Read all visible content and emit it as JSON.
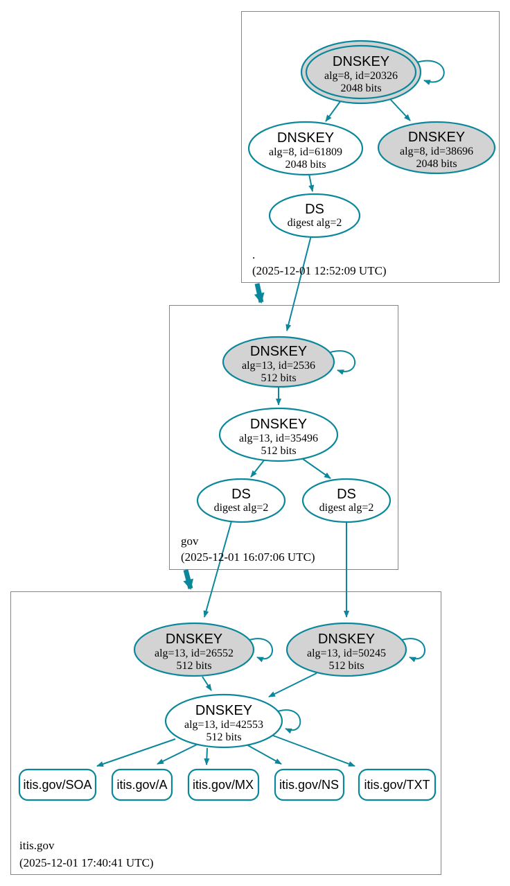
{
  "diagram_type": "dnssec-authentication-chain",
  "colors": {
    "secure_teal": "#0a879a",
    "node_fill_gray": "#d3d3d3",
    "node_fill_white": "#ffffff",
    "zone_box_border": "#848484",
    "text": "#000000",
    "background": "#ffffff"
  },
  "zones": [
    {
      "label": ".",
      "timestamp": "(2025-12-01 12:52:09 UTC)",
      "nodes": {
        "ksk": {
          "title": "DNSKEY",
          "detail": "alg=8, id=20326",
          "bits": "2048 bits"
        },
        "zsk": {
          "title": "DNSKEY",
          "detail": "alg=8, id=61809",
          "bits": "2048 bits"
        },
        "key2": {
          "title": "DNSKEY",
          "detail": "alg=8, id=38696",
          "bits": "2048 bits"
        },
        "ds": {
          "title": "DS",
          "detail": "digest alg=2"
        }
      }
    },
    {
      "label": "gov",
      "timestamp": "(2025-12-01 16:07:06 UTC)",
      "nodes": {
        "ksk": {
          "title": "DNSKEY",
          "detail": "alg=13, id=2536",
          "bits": "512 bits"
        },
        "zsk": {
          "title": "DNSKEY",
          "detail": "alg=13, id=35496",
          "bits": "512 bits"
        },
        "ds_left": {
          "title": "DS",
          "detail": "digest alg=2"
        },
        "ds_right": {
          "title": "DS",
          "detail": "digest alg=2"
        }
      }
    },
    {
      "label": "itis.gov",
      "timestamp": "(2025-12-01 17:40:41 UTC)",
      "nodes": {
        "ksk_left": {
          "title": "DNSKEY",
          "detail": "alg=13, id=26552",
          "bits": "512 bits"
        },
        "ksk_right": {
          "title": "DNSKEY",
          "detail": "alg=13, id=50245",
          "bits": "512 bits"
        },
        "zsk": {
          "title": "DNSKEY",
          "detail": "alg=13, id=42553",
          "bits": "512 bits"
        }
      },
      "records": [
        {
          "label": "itis.gov/SOA"
        },
        {
          "label": "itis.gov/A"
        },
        {
          "label": "itis.gov/MX"
        },
        {
          "label": "itis.gov/NS"
        },
        {
          "label": "itis.gov/TXT"
        }
      ]
    }
  ]
}
